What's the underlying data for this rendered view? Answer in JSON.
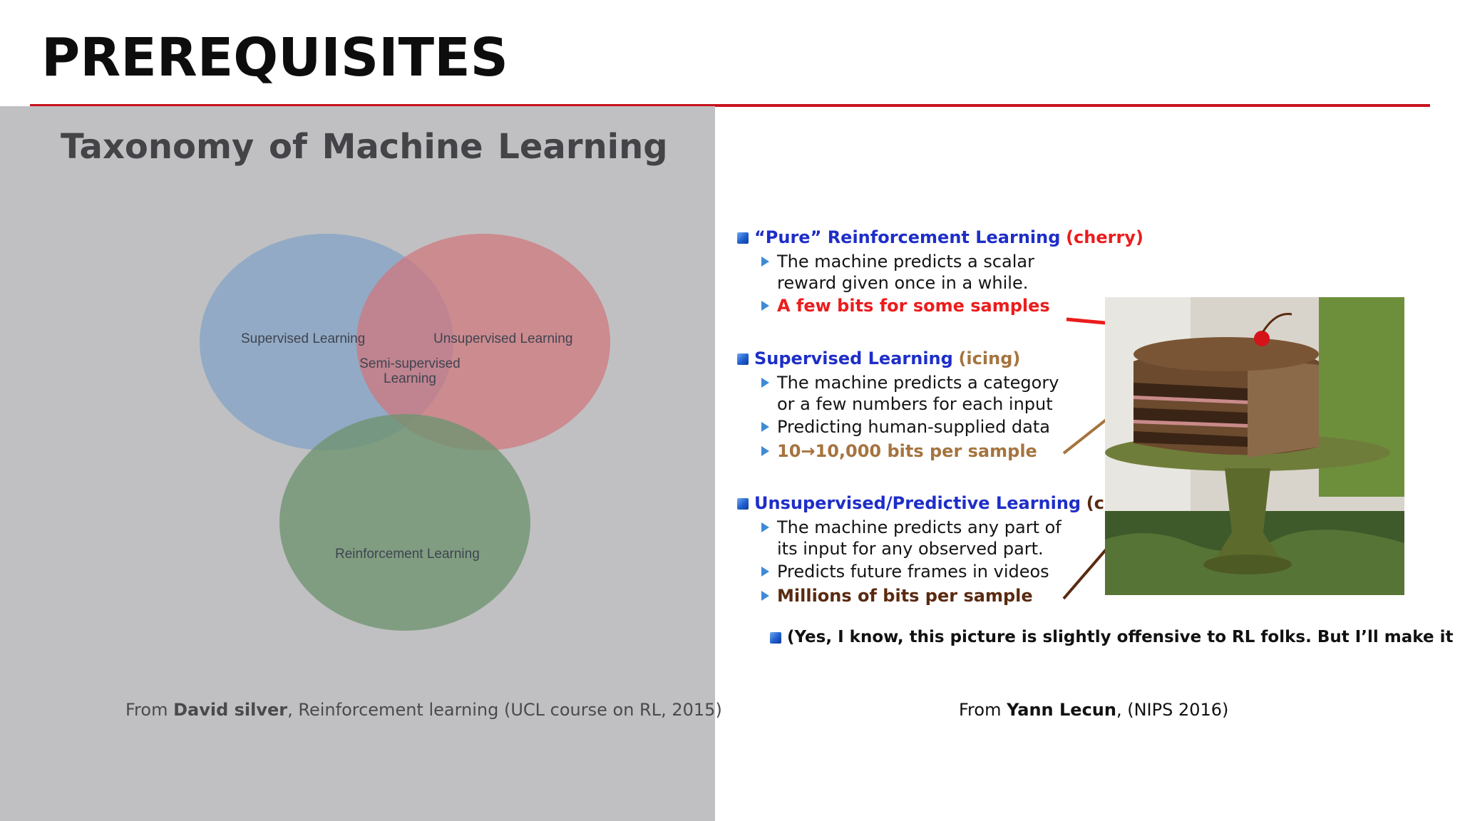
{
  "slide": {
    "title": "PREREQUISITES"
  },
  "left": {
    "section_title": "Taxonomy of Machine Learning",
    "venn": {
      "labels": {
        "supervised": "Supervised Learning",
        "unsupervised": "Unsupervised Learning",
        "semi_1": "Semi-supervised",
        "semi_2": "Learning",
        "reinforcement": "Reinforcement Learning"
      },
      "colors": {
        "supervised": "#8aa6c6",
        "unsupervised": "#d0767c",
        "reinforcement": "#6f9470"
      }
    },
    "caption": {
      "prefix": "From ",
      "author": "David silver",
      "rest": ", Reinforcement learning (UCL course on RL, 2015)"
    }
  },
  "right": {
    "sections": {
      "pure": {
        "title": "“Pure” Reinforcement Learning",
        "tag": "(cherry)",
        "bullets": [
          "The machine predicts a scalar",
          "reward given once in a while.",
          "A few bits for some samples"
        ]
      },
      "supervised": {
        "title": "Supervised Learning",
        "tag": "(icing)",
        "bullets": [
          "The machine predicts a category",
          "or a few numbers for each input",
          "Predicting human-supplied data",
          "10→10,000 bits per sample"
        ]
      },
      "unsupervised": {
        "title": "Unsupervised/Predictive Learning",
        "tag": "(cake)",
        "bullets": [
          "The machine predicts any part of",
          "its input for any observed part.",
          "Predicts future frames in videos",
          "Millions of bits per sample"
        ]
      }
    },
    "note": "(Yes, I know, this picture is slightly offensive to RL folks. But I’ll make it up)",
    "colors": {
      "header_blue": "#1e2ec8",
      "cherry_red": "#ec1c1c",
      "icing_tan": "#a5743f",
      "cake_brown": "#5a2a10"
    },
    "caption": {
      "prefix": "From ",
      "author": "Yann Lecun",
      "rest": ", (NIPS 2016)"
    }
  }
}
